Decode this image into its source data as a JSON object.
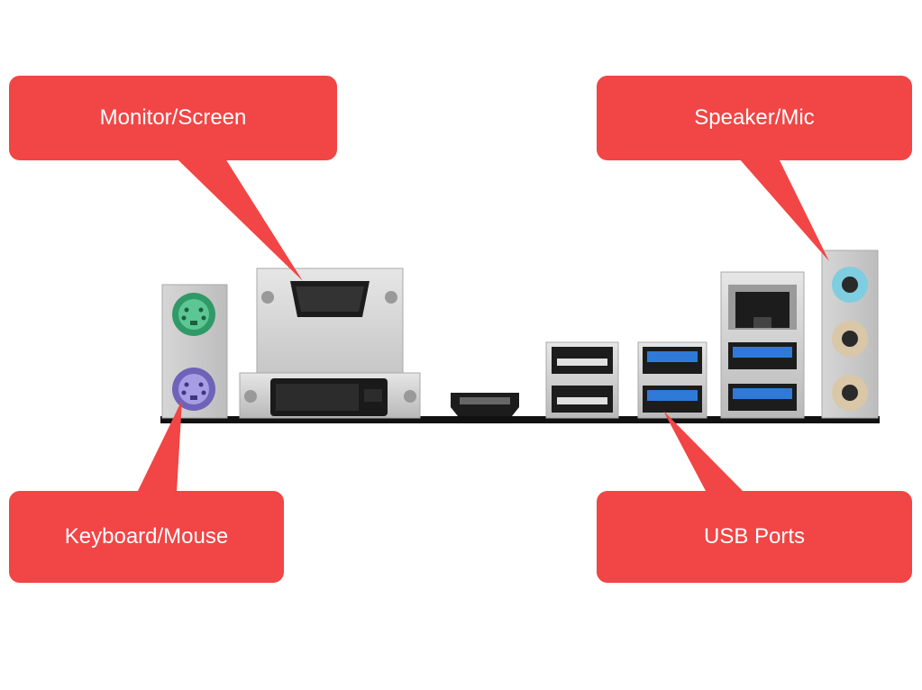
{
  "callouts": {
    "monitor": "Monitor/Screen",
    "speaker": "Speaker/Mic",
    "keyboard": "Keyboard/Mouse",
    "usb": "USB Ports"
  },
  "colors": {
    "callout": "#f24545",
    "ps2_keyboard": "#8a7fd0",
    "ps2_mouse": "#3bb27a",
    "usb3": "#2f7ad8",
    "audio_line_in": "#7fcde0",
    "audio_out": "#d9c7a8",
    "metal": "#c9c9c9"
  }
}
